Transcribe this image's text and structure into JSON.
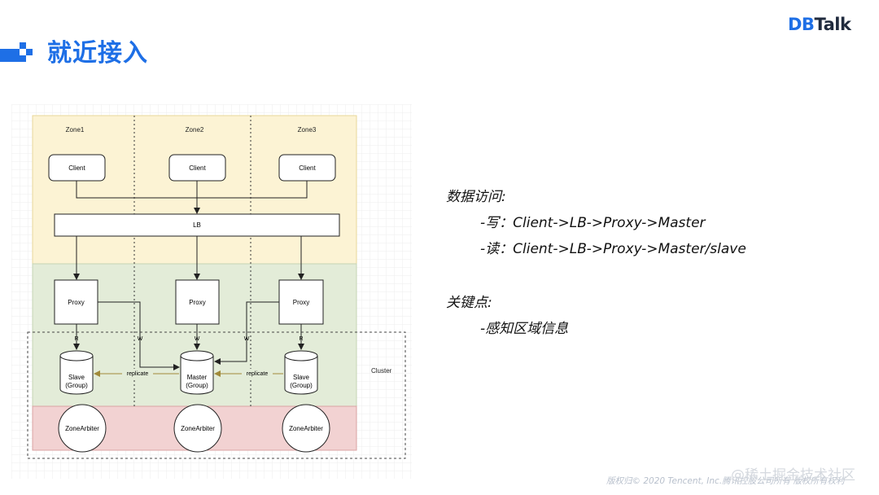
{
  "slide": {
    "title": "就近接入",
    "logo": {
      "part1": "DB",
      "part2": "Talk"
    },
    "footer": "版权归© 2020 Tencent, Inc.腾讯控股公司所有 版权所有权利",
    "watermark": "@稀土掘金技术社区"
  },
  "diagram": {
    "zones": [
      "Zone1",
      "Zone2",
      "Zone3"
    ],
    "clients": [
      "Client",
      "Client",
      "Client"
    ],
    "lb": "LB",
    "proxies": [
      "Proxy",
      "Proxy",
      "Proxy"
    ],
    "dbs": [
      {
        "line1": "Slave",
        "line2": "(Group)"
      },
      {
        "line1": "Master",
        "line2": "(Group)"
      },
      {
        "line1": "Slave",
        "line2": "(Group)"
      }
    ],
    "arbiters": [
      "ZoneArbiter",
      "ZoneArbiter",
      "ZoneArbiter"
    ],
    "replicate_labels": [
      "replicate",
      "replicate"
    ],
    "edge_labels": {
      "read": "R",
      "write": "W"
    },
    "cluster_label": "Cluster"
  },
  "info": {
    "access_heading": "数据访问:",
    "write_path": "-写：Client->LB->Proxy->Master",
    "read_path": "-读：Client->LB->Proxy->Master/slave",
    "key_heading": "关键点:",
    "key_point": "-感知区域信息"
  },
  "colors": {
    "accent": "#1e6fe6",
    "zone_yellow": "#fcf3d4",
    "zone_green": "#e3ecd8",
    "zone_red": "#f2d2d2"
  }
}
